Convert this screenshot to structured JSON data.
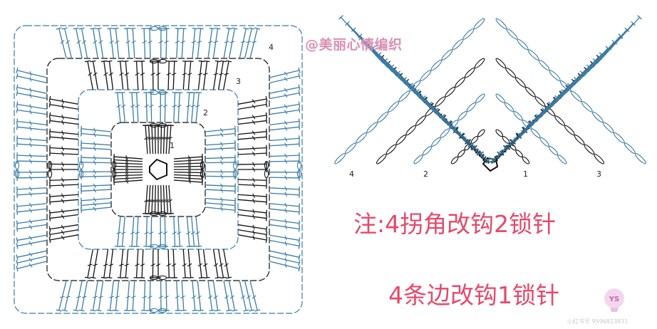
{
  "watermark": "@美丽心情编织",
  "notes": {
    "line1": "注:4拐角改钩2锁针",
    "line2": "4条边改钩1锁针"
  },
  "square_rounds": [
    {
      "label": "1",
      "color": "#111111"
    },
    {
      "label": "2",
      "color": "#3a7ca5"
    },
    {
      "label": "3",
      "color": "#111111"
    },
    {
      "label": "4",
      "color": "#3a7ca5"
    }
  ],
  "triangle_labels": {
    "left": "4",
    "center_left": "2",
    "center_right": "1",
    "right": "3"
  },
  "colors": {
    "black_stitch": "#111111",
    "blue_stitch": "#3a7ca5",
    "note_text": "#e44a6a",
    "watermark_text": "#d98fb4"
  },
  "footer_id": "小红书号 9596813831",
  "logo_text": "YS"
}
